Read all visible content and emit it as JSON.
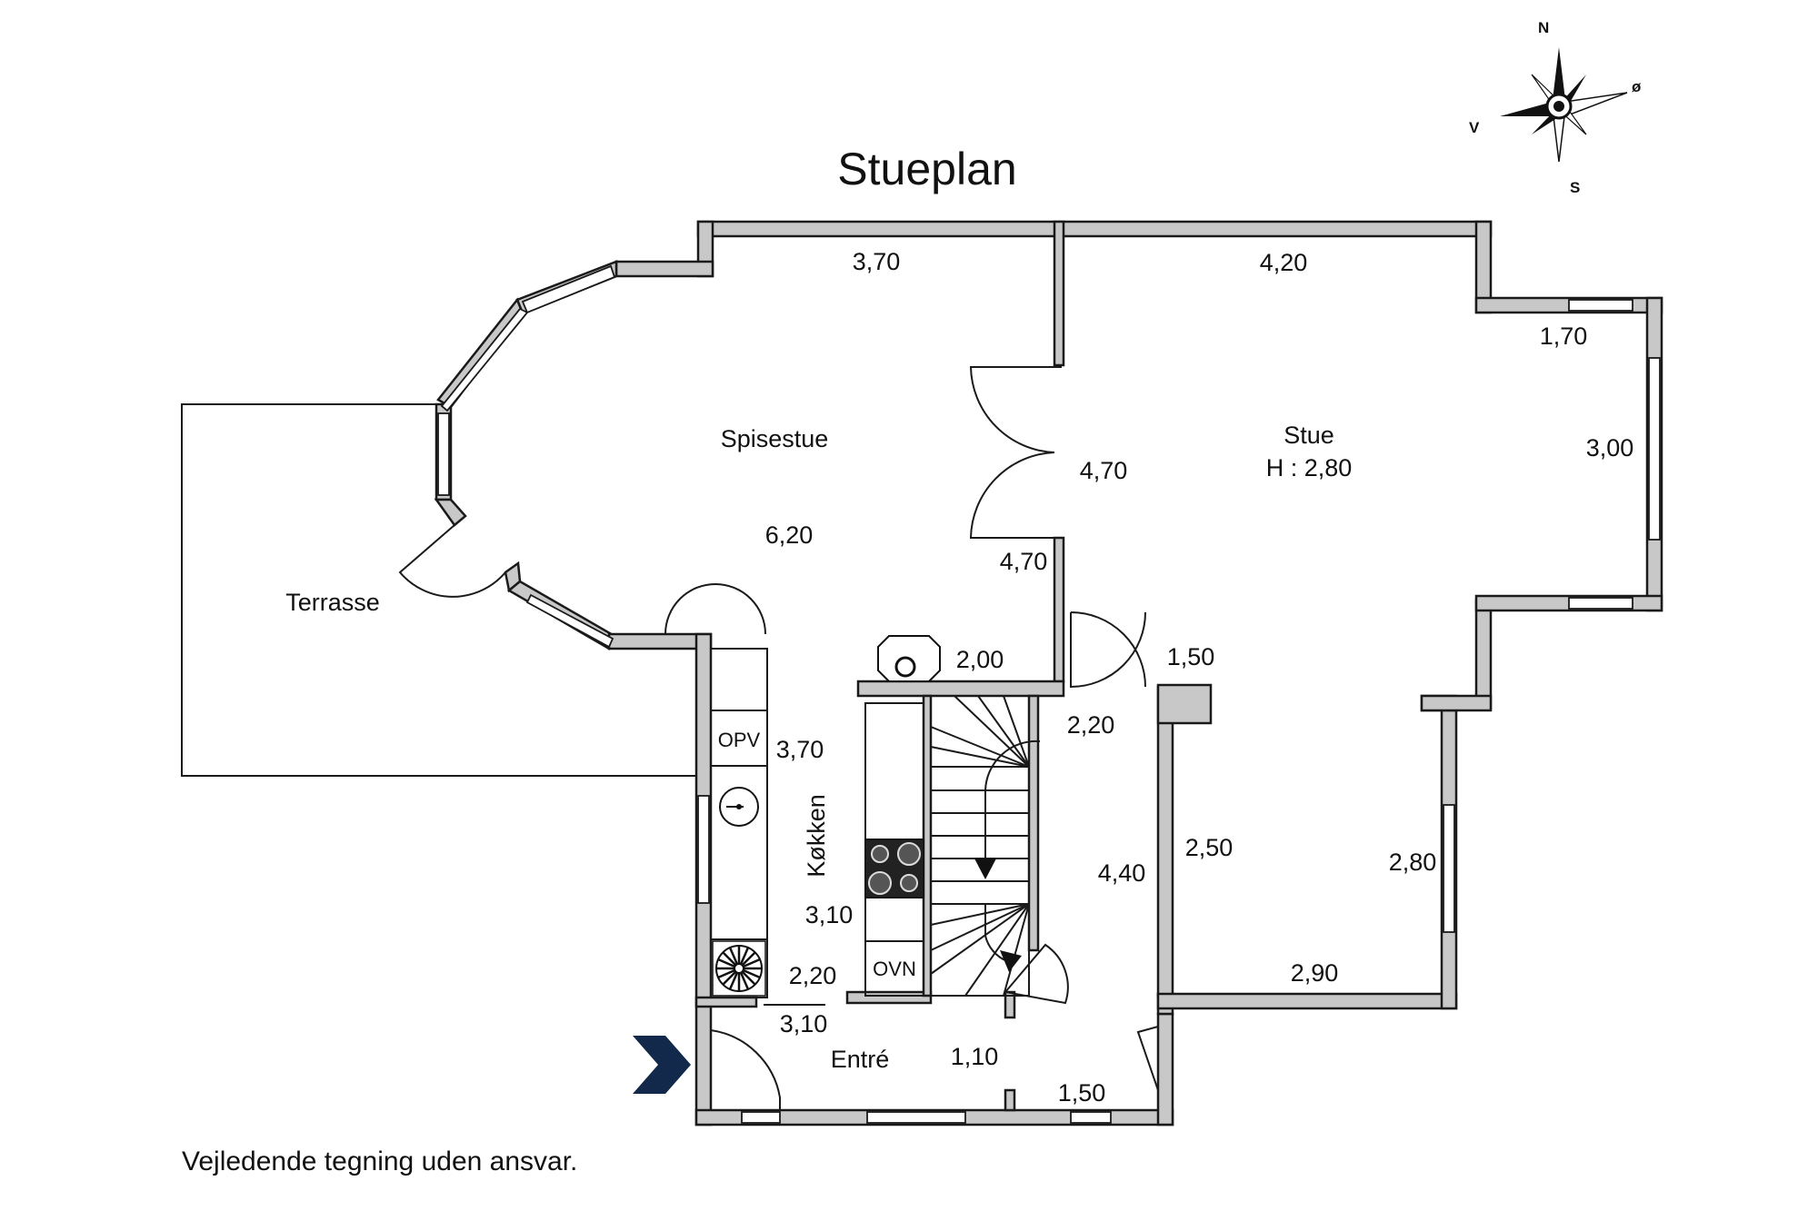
{
  "title": "Stueplan",
  "disclaimer": "Vejledende tegning uden ansvar.",
  "compass": {
    "n": "N",
    "e": "ø",
    "s": "S",
    "w": "V"
  },
  "rooms": {
    "terrasse": "Terrasse",
    "spisestue": "Spisestue",
    "stue": "Stue",
    "stue_height": "H : 2,80",
    "kokken": "Køkken",
    "entre": "Entré"
  },
  "fixtures": {
    "opv": "OPV",
    "ovn": "OVN"
  },
  "dimensions": {
    "spisestue_top": "3,70",
    "spisestue_depth": "6,20",
    "opening_inner": "4,70",
    "opening_outer": "4,70",
    "stue_top": "4,20",
    "stue_bay_top": "1,70",
    "stue_bay_side": "3,00",
    "chimney": "2,00",
    "hall_right": "1,50",
    "stair_top": "2,20",
    "kokken_len": "3,70",
    "kokken_inner": "3,10",
    "kokken_bottom": "2,20",
    "entre_width": "3,10",
    "hall_len": "4,40",
    "stue_lower_left": "2,50",
    "stue_lower_right": "2,80",
    "stue_bottom": "2,90",
    "entre_small": "1,10",
    "entre_bottom": "1,50"
  },
  "colors": {
    "wall": "#c8c8c8",
    "entry_arrow": "#13294b"
  }
}
